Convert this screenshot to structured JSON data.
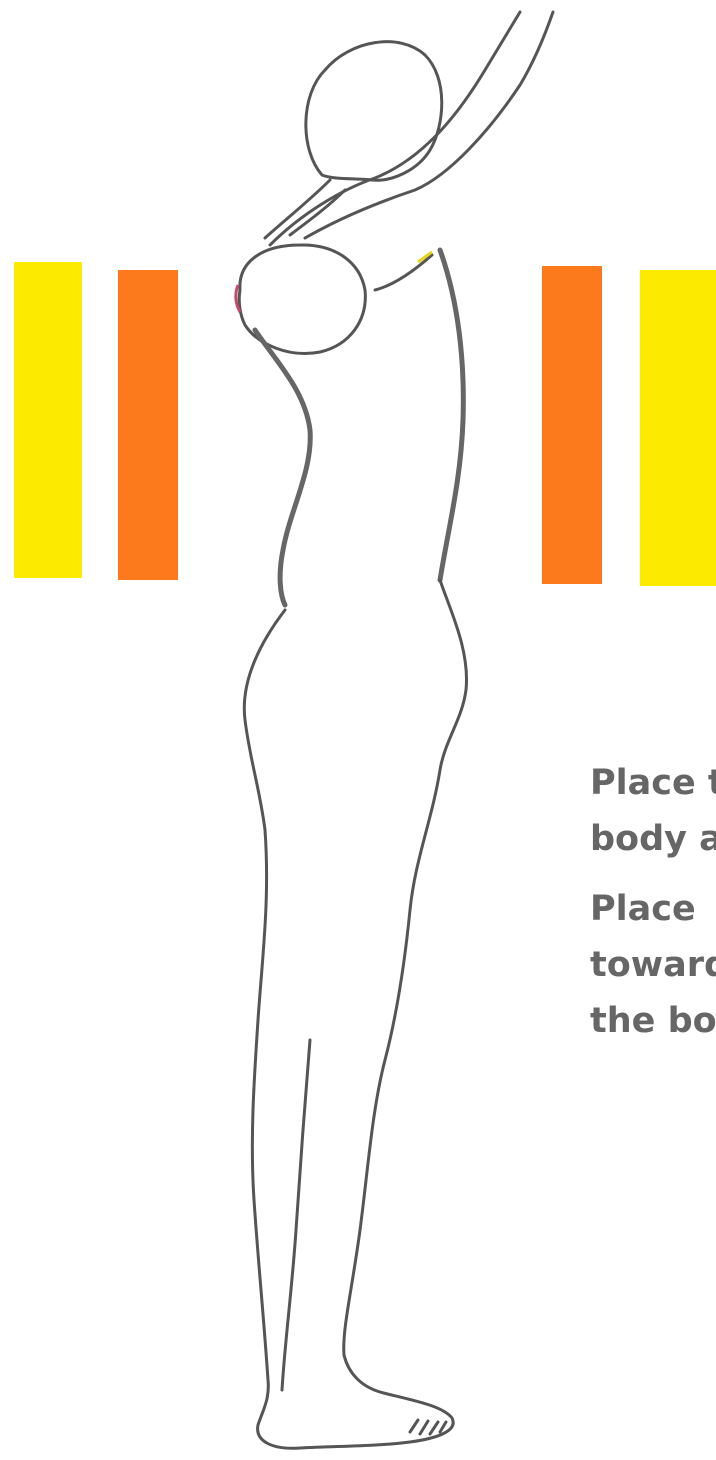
{
  "colors": {
    "yellow_bar": "#fcea00",
    "orange_bar": "#fc7a1c",
    "outline": "#555555",
    "text": "#666666",
    "highlight": "#f7e11a"
  },
  "bars_left": [
    "yellow",
    "orange"
  ],
  "bars_right": [
    "orange",
    "yellow"
  ],
  "caption": {
    "p1_line1": "Place t",
    "p1_line2": "body a",
    "p2_line1_a": "Place ",
    "p2_line1_b": "",
    "p2_line2": "toward",
    "p2_line3": "the bo"
  }
}
